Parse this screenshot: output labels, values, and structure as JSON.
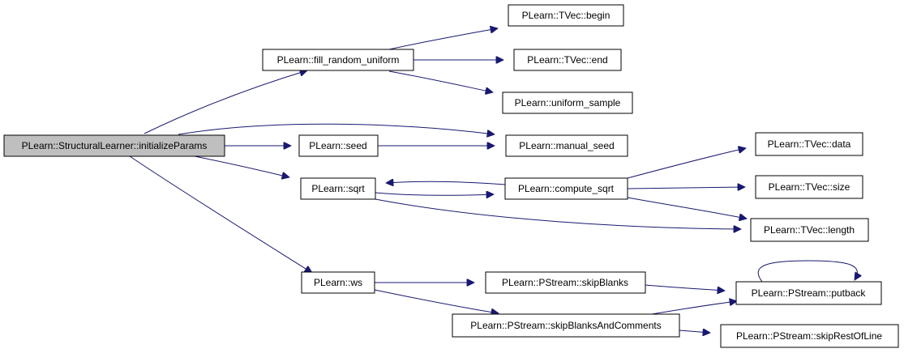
{
  "graph": {
    "nodes": {
      "initializeParams": "PLearn::StructuralLearner::initializeParams",
      "fill_random_uniform": "PLearn::fill_random_uniform",
      "tvec_begin": "PLearn::TVec::begin",
      "tvec_end": "PLearn::TVec::end",
      "uniform_sample": "PLearn::uniform_sample",
      "seed": "PLearn::seed",
      "manual_seed": "PLearn::manual_seed",
      "sqrt": "PLearn::sqrt",
      "compute_sqrt": "PLearn::compute_sqrt",
      "tvec_data": "PLearn::TVec::data",
      "tvec_size": "PLearn::TVec::size",
      "tvec_length": "PLearn::TVec::length",
      "ws": "PLearn::ws",
      "skipBlanks": "PLearn::PStream::skipBlanks",
      "putback": "PLearn::PStream::putback",
      "skipBlanksAndComments": "PLearn::PStream::skipBlanksAndComments",
      "skipRestOfLine": "PLearn::PStream::skipRestOfLine"
    },
    "edges": [
      [
        "initializeParams",
        "fill_random_uniform"
      ],
      [
        "initializeParams",
        "manual_seed"
      ],
      [
        "initializeParams",
        "seed"
      ],
      [
        "initializeParams",
        "sqrt"
      ],
      [
        "initializeParams",
        "ws"
      ],
      [
        "fill_random_uniform",
        "tvec_begin"
      ],
      [
        "fill_random_uniform",
        "tvec_end"
      ],
      [
        "fill_random_uniform",
        "uniform_sample"
      ],
      [
        "seed",
        "manual_seed"
      ],
      [
        "sqrt",
        "compute_sqrt"
      ],
      [
        "sqrt",
        "tvec_length"
      ],
      [
        "compute_sqrt",
        "sqrt"
      ],
      [
        "compute_sqrt",
        "tvec_data"
      ],
      [
        "compute_sqrt",
        "tvec_size"
      ],
      [
        "compute_sqrt",
        "tvec_length"
      ],
      [
        "ws",
        "skipBlanks"
      ],
      [
        "ws",
        "skipBlanksAndComments"
      ],
      [
        "skipBlanks",
        "putback"
      ],
      [
        "skipBlanksAndComments",
        "putback"
      ],
      [
        "skipBlanksAndComments",
        "skipRestOfLine"
      ],
      [
        "putback",
        "putback"
      ]
    ],
    "colors": {
      "edge": "#191970",
      "root_fill": "#bfbfbf",
      "node_fill": "#ffffff",
      "border": "#000000"
    }
  }
}
